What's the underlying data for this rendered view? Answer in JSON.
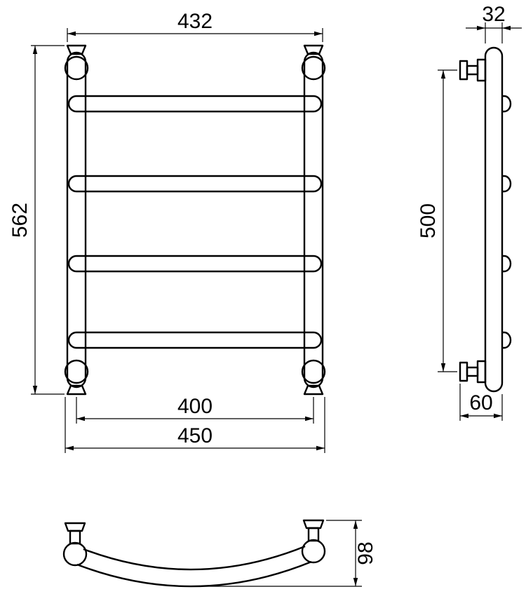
{
  "dims": {
    "front_top_width": "432",
    "front_height": "562",
    "front_inner_width": "400",
    "front_outer_width": "450",
    "side_tube_width": "32",
    "side_bracket_span": "500",
    "side_depth": "60",
    "bottom_depth": "98"
  },
  "colors": {
    "line": "#000000",
    "background": "#ffffff"
  }
}
